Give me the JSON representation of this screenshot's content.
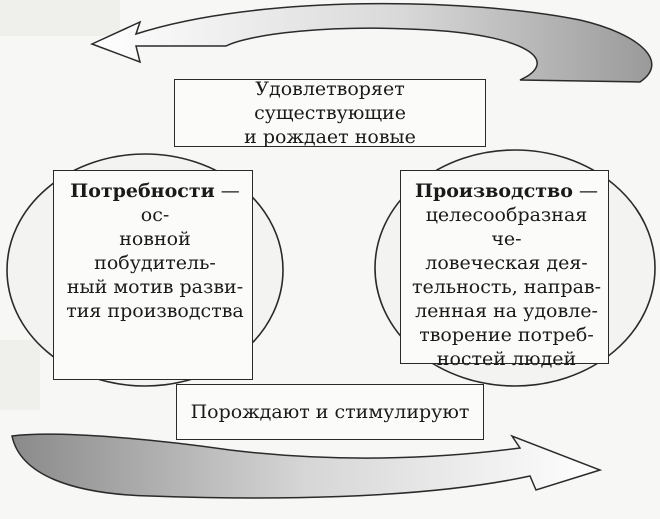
{
  "diagram": {
    "top_label": [
      "Удовлетворяет существующие",
      "и рождает новые"
    ],
    "bottom_label": "Порождают и стимулируют",
    "needs": {
      "term": "Потребности",
      "lines": [
        " — ос-",
        "новной побудитель-",
        "ный мотив разви-",
        "тия производства"
      ]
    },
    "production": {
      "term": "Производство",
      "lines": [
        " —",
        "целесообразная че-",
        "ловеческая дея-",
        "тельность, направ-",
        "ленная на удовле-",
        "творение потреб-",
        "ностей людей"
      ]
    }
  }
}
